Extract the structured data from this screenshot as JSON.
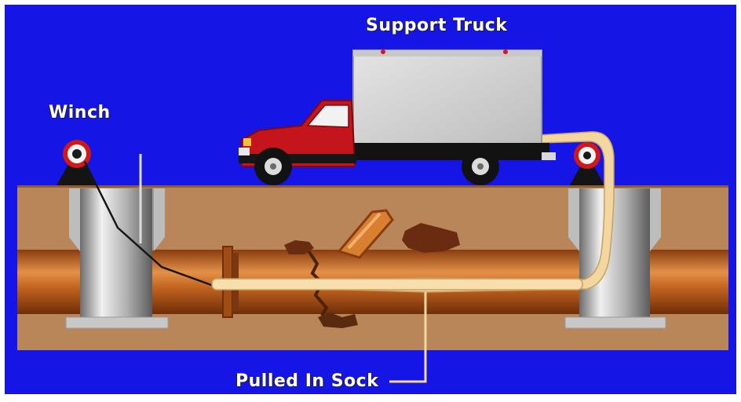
{
  "labels": {
    "support_truck": "Support Truck",
    "winch": "Winch",
    "pulled_in_sock": "Pulled In Sock"
  },
  "colors": {
    "sky": "#1515e6",
    "soil": "#b9865a",
    "pipe": "#c0621f",
    "manhole": "#b8b8b8",
    "truck_cab": "#c4141c",
    "truck_box": "#d2d2d2",
    "sock": "#f3d7a0"
  }
}
